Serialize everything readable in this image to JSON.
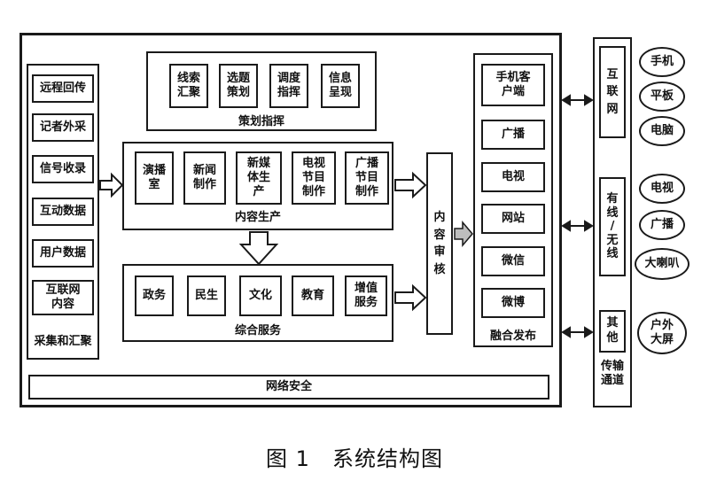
{
  "collection": {
    "title": "采集和汇聚",
    "items": [
      "远程回传",
      "记者外采",
      "信号收录",
      "互动数据",
      "用户数据",
      "互联网\n内容"
    ]
  },
  "planning": {
    "title": "策划指挥",
    "items": [
      "线索\n汇聚",
      "选题\n策划",
      "调度\n指挥",
      "信息\n呈现"
    ]
  },
  "production": {
    "title": "内容生产",
    "items": [
      "演播\n室",
      "新闻\n制作",
      "新媒\n体生\n产",
      "电视\n节目\n制作",
      "广播\n节目\n制作"
    ]
  },
  "services": {
    "title": "综合服务",
    "items": [
      "政务",
      "民生",
      "文化",
      "教育",
      "增值\n服务"
    ]
  },
  "review": {
    "title": "内\n容\n审\n核"
  },
  "publish": {
    "title": "融合发布",
    "items": [
      "手机客\n户端",
      "广播",
      "电视",
      "网站",
      "微信",
      "微博"
    ]
  },
  "security": {
    "title": "网络安全"
  },
  "channels": {
    "title": "传输\n通道",
    "items": [
      "互\n联\n网",
      "有\n线\n/\n无\n线",
      "其\n他"
    ]
  },
  "terminals": {
    "internet": [
      "手机",
      "平板",
      "电脑"
    ],
    "wired": [
      "电视",
      "广播",
      "大喇叭"
    ],
    "other": [
      "户外\n大屏"
    ]
  },
  "caption": "图 1　系统结构图"
}
